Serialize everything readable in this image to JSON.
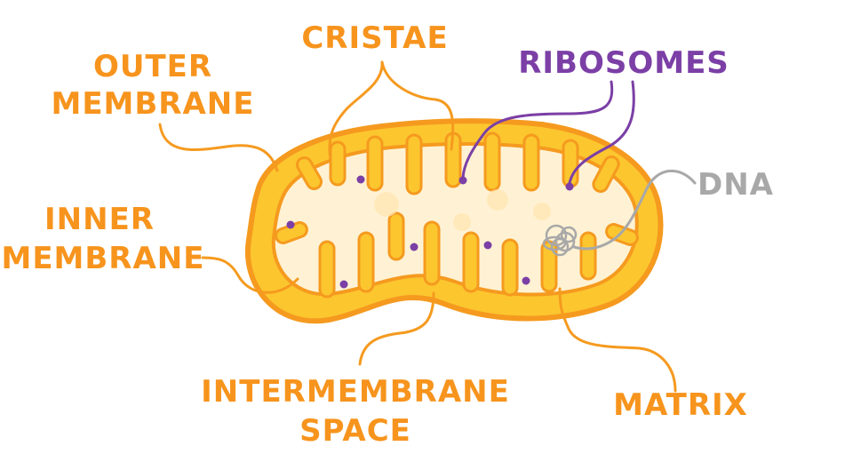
{
  "labels": {
    "cristae": "CRISTAE",
    "outer_membrane": [
      "OUTER",
      "MEMBRANE"
    ],
    "inner_membrane": [
      "INNER",
      "MEMBRANE"
    ],
    "intermembrane_space": [
      "INTERMEMBRANE",
      "SPACE"
    ],
    "matrix": "MATRIX",
    "ribosomes": "RIBOSOMES",
    "dna": "DNA"
  },
  "colors": {
    "membrane_label": "#f7941d",
    "ribosome": "#7b3fa6",
    "dna": "#a8a8a8",
    "outer_fill": "#fcc62f",
    "outer_stroke": "#f59a1f",
    "matrix_fill": "#fff2d4",
    "leader_orange": "#f59a1f"
  }
}
